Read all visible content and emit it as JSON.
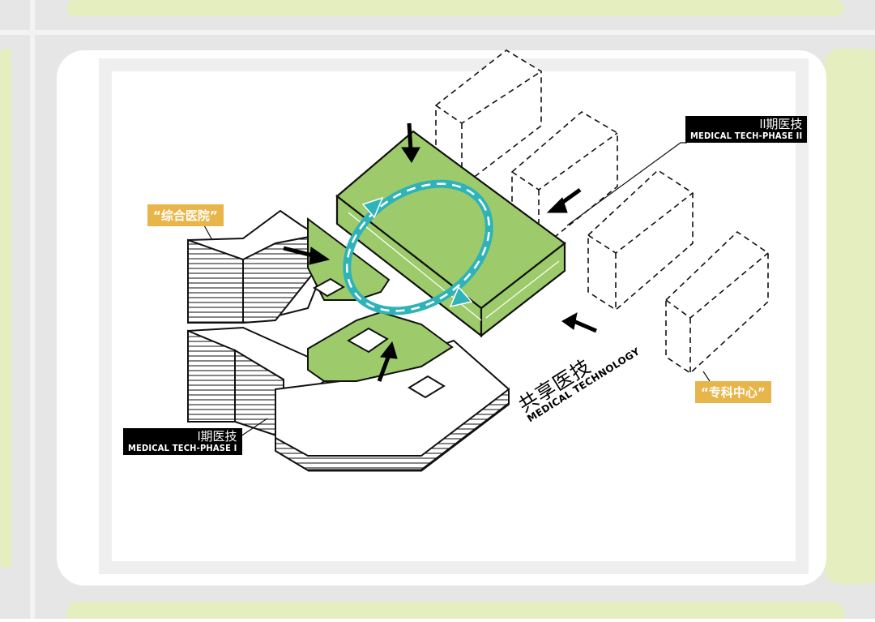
{
  "labels": {
    "phase2_cn": "II期医技",
    "phase2_en": "MEDICAL TECH-PHASE II",
    "phase1_cn": "I期医技",
    "phase1_en": "MEDICAL TECH-PHASE I",
    "general_hospital": "“综合医院”",
    "specialty_center": "“专科中心”",
    "shared_cn": "共享医技",
    "shared_en": "MEDICAL TECHNOLOGY"
  },
  "colors": {
    "green": "#9dcb6b",
    "teal": "#2fb3b8",
    "tag": "#e8b54a",
    "site_green": "#e4eebf",
    "road": "#e6e6e6"
  }
}
